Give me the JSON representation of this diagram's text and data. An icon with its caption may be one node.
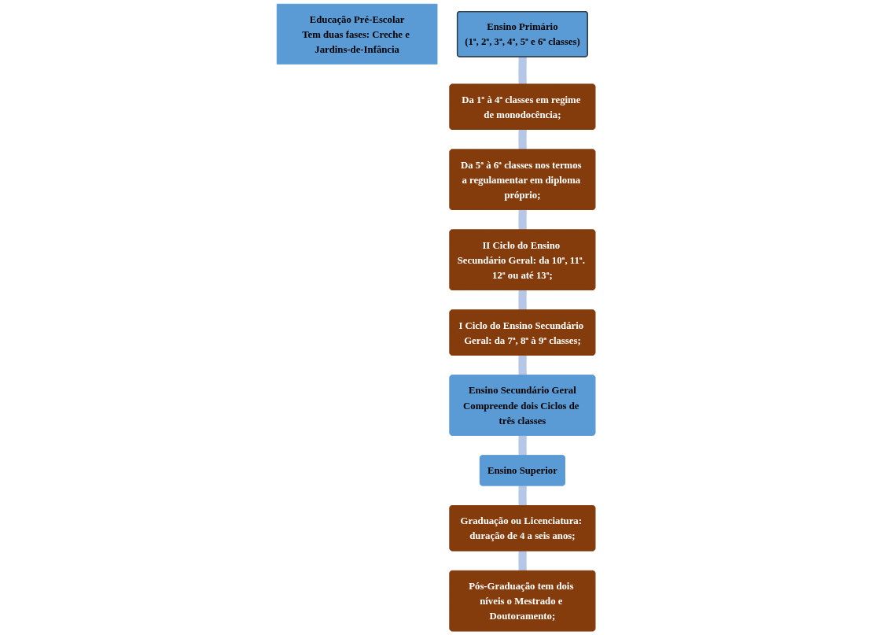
{
  "diagram": {
    "nodes": [
      {
        "text": [
          "Educação Pré-Escolar",
          "Tem duas fases: Creche e Jardins-de-Infância"
        ]
      },
      {
        "text": [
          "Ensino Primário",
          "(1ª, 2ª, 3ª, 4ª, 5ª e 6ª classes)"
        ]
      },
      {
        "text": [
          "Ensino Secundário Geral",
          "Compreende dois Ciclos de três classes"
        ]
      },
      {
        "text": [
          "Ensino Superior"
        ]
      },
      {
        "text": [
          "Da 1ª à 4ª classes em regime de monodocência;"
        ]
      },
      {
        "text": [
          "I Ciclo do Ensino Secundário Geral: da 7ª, 8ª à 9ª classes;"
        ]
      },
      {
        "text": [
          "Graduação ou Licenciatura: duração de 4 a seis anos;"
        ]
      },
      {
        "text": [
          "Da 5ª à 6ª classes nos termos a regulamentar em diploma próprio;"
        ]
      },
      {
        "text": [
          "II Ciclo do Ensino Secundário Geral: da 10ª, 11ª. 12ª ou até 13ª;"
        ]
      },
      {
        "text": [
          "Pós-Graduação tem dois níveis o Mestrado e Doutoramento;"
        ]
      }
    ],
    "edges": [
      {
        "from": 1,
        "to": 4,
        "arrow": "none"
      },
      {
        "from": 4,
        "to": 7,
        "arrow": "none"
      },
      {
        "from": 7,
        "to": 8,
        "arrow": "none"
      },
      {
        "from": 8,
        "to": 5,
        "arrow": "none"
      },
      {
        "from": 5,
        "to": 2,
        "arrow": "none"
      },
      {
        "from": 2,
        "to": 3,
        "arrow": "none"
      },
      {
        "from": 3,
        "to": 6,
        "arrow": "none"
      },
      {
        "from": 6,
        "to": 9,
        "arrow": "none"
      }
    ]
  }
}
